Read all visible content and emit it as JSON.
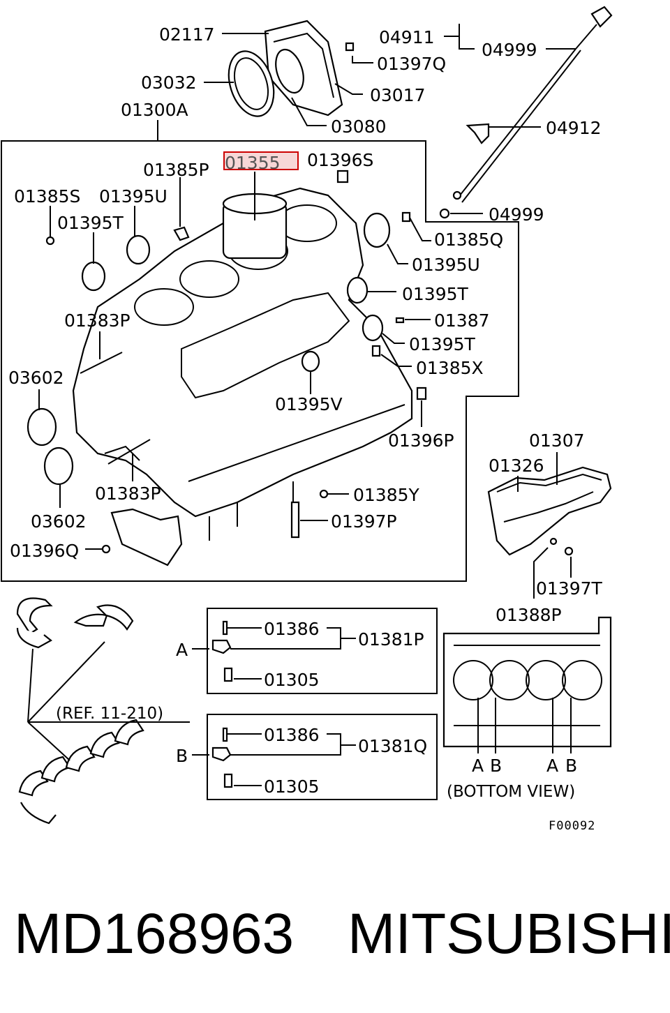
{
  "labels": {
    "p02117": "02117",
    "p03032": "03032",
    "p01300a": "01300A",
    "p01397q": "01397Q",
    "p03017": "03017",
    "p03080": "03080",
    "p04911": "04911",
    "p04999a": "04999",
    "p04912": "04912",
    "p04999b": "04999",
    "p01355": "01355",
    "p01396s": "01396S",
    "p01385p": "01385P",
    "p01385s": "01385S",
    "p01395u_l": "01395U",
    "p01395t_l": "01395T",
    "p01385q": "01385Q",
    "p01395u_r": "01395U",
    "p01395t_r1": "01395T",
    "p01387": "01387",
    "p01395t_r2": "01395T",
    "p01383p_t": "01383P",
    "p01385x": "01385X",
    "p03602_t": "03602",
    "p01395v": "01395V",
    "p01396p": "01396P",
    "p01307": "01307",
    "p01326": "01326",
    "p01383p_b": "01383P",
    "p01385y": "01385Y",
    "p03602_b": "03602",
    "p01397p": "01397P",
    "p01396q": "01396Q",
    "p01397t": "01397T",
    "p01388p": "01388P",
    "p01386_a": "01386",
    "p01381p": "01381P",
    "p01305_a": "01305",
    "p01386_b": "01386",
    "p01381q": "01381Q",
    "p01305_b": "01305",
    "ref": "(REF. 11-210)",
    "letter_a": "A",
    "letter_b": "B",
    "bv_a1": "A",
    "bv_b1": "B",
    "bv_a2": "A",
    "bv_b2": "B",
    "bottom_view": "(BOTTOM  VIEW)",
    "fig_code": "F00092"
  },
  "footer": {
    "part_number": "MD168963",
    "brand": "MITSUBISHI"
  },
  "colors": {
    "highlight_fill": "#f7d7d7",
    "highlight_stroke": "#cc0000"
  }
}
